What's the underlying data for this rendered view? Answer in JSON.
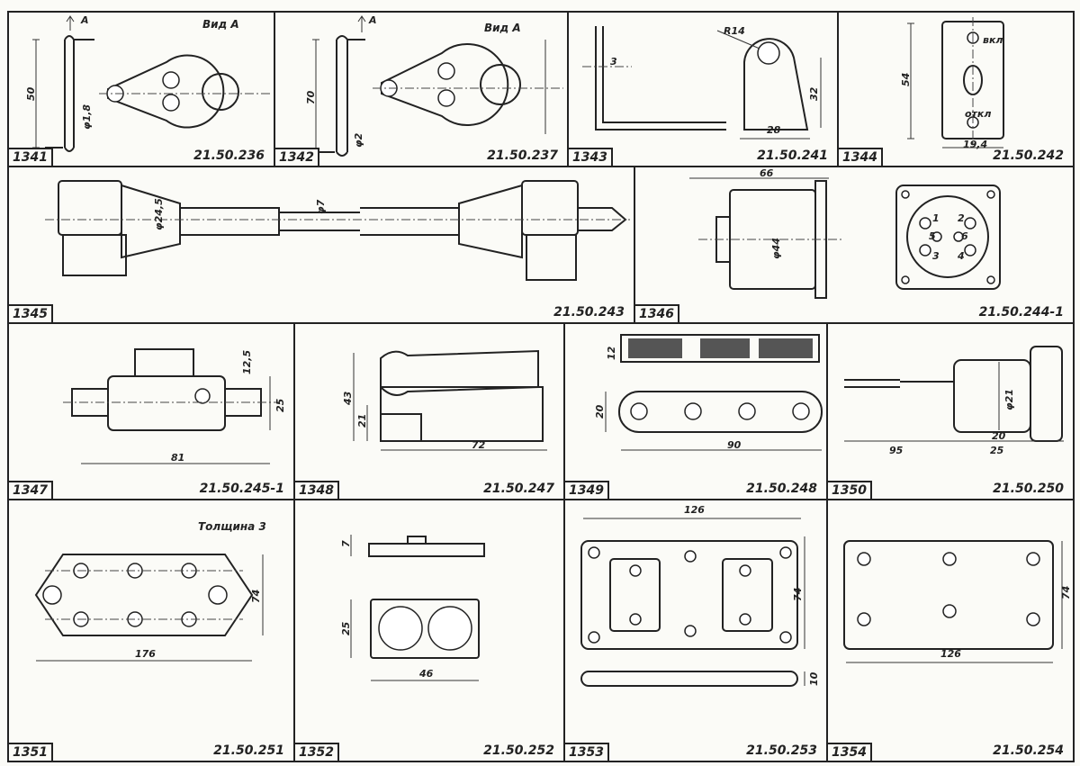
{
  "sheet": {
    "cells": [
      {
        "id": "c1341",
        "number": "1341",
        "code": "21.50.236",
        "labels": {
          "view": "Вид А",
          "arrow": "А",
          "dim_h": "50",
          "dim_d": "φ1,8"
        }
      },
      {
        "id": "c1342",
        "number": "1342",
        "code": "21.50.237",
        "labels": {
          "view": "Вид А",
          "arrow": "А",
          "dim_h": "70",
          "dim_d": "φ2"
        }
      },
      {
        "id": "c1343",
        "number": "1343",
        "code": "21.50.241",
        "labels": {
          "dim_r": "R14",
          "dim_h": "32",
          "dim_w": "28",
          "dim_t": "3"
        }
      },
      {
        "id": "c1344",
        "number": "1344",
        "code": "21.50.242",
        "labels": {
          "on": "вкл",
          "off": "откл",
          "dim_h": "54",
          "dim_w": "19,4"
        }
      },
      {
        "id": "c1345",
        "number": "1345",
        "code": "21.50.243",
        "labels": {
          "dim_d1": "φ24,5",
          "dim_d2": "φ7"
        }
      },
      {
        "id": "c1346",
        "number": "1346",
        "code": "21.50.244-1",
        "labels": {
          "dim_w": "66",
          "dim_d": "φ44",
          "pins": [
            "1",
            "2",
            "3",
            "4",
            "5",
            "6"
          ]
        }
      },
      {
        "id": "c1347",
        "number": "1347",
        "code": "21.50.245-1",
        "labels": {
          "dim_t": "12,5",
          "dim_h": "25",
          "dim_w": "81"
        }
      },
      {
        "id": "c1348",
        "number": "1348",
        "code": "21.50.247",
        "labels": {
          "dim_h1": "43",
          "dim_h2": "21",
          "dim_w": "72"
        }
      },
      {
        "id": "c1349",
        "number": "1349",
        "code": "21.50.248",
        "labels": {
          "dim_t": "12",
          "dim_h": "20",
          "dim_w": "90"
        }
      },
      {
        "id": "c1350",
        "number": "1350",
        "code": "21.50.250",
        "labels": {
          "dim_d": "φ21",
          "dim_w1": "95",
          "dim_w2": "20",
          "dim_w3": "25"
        }
      },
      {
        "id": "c1351",
        "number": "1351",
        "code": "21.50.251",
        "labels": {
          "thickness": "Толщина 3",
          "dim_h": "74",
          "dim_w": "176"
        }
      },
      {
        "id": "c1352",
        "number": "1352",
        "code": "21.50.252",
        "labels": {
          "dim_t": "7",
          "dim_h": "25",
          "dim_w": "46"
        }
      },
      {
        "id": "c1353",
        "number": "1353",
        "code": "21.50.253",
        "labels": {
          "dim_w": "126",
          "dim_h": "74",
          "dim_t": "10"
        }
      },
      {
        "id": "c1354",
        "number": "1354",
        "code": "21.50.254",
        "labels": {
          "dim_h": "74",
          "dim_w": "126"
        }
      }
    ]
  }
}
